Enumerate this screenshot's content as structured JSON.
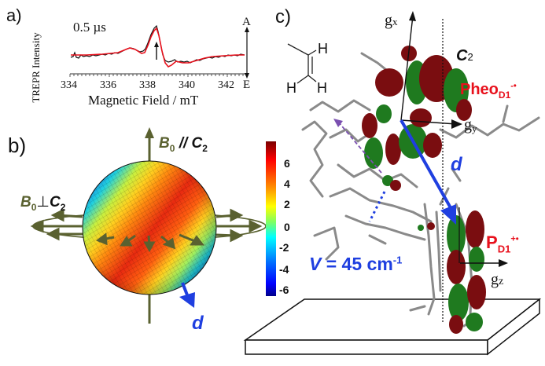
{
  "figure": {
    "panels": {
      "a": {
        "label": "a)",
        "time_label": "0.5 µs",
        "ylabel": "TREPR Intensity",
        "xlabel": "Magnetic Field / mT",
        "xticks": [
          "334",
          "336",
          "338",
          "340",
          "342"
        ],
        "polarity_top": "A",
        "polarity_bottom": "E"
      },
      "b": {
        "label": "b)",
        "parallel_label_B": "B",
        "parallel_label_sub": "0",
        "parallel_label_rel": " // ",
        "parallel_label_C": "C",
        "parallel_label_Csub": "2",
        "perp_label_B": "B",
        "perp_label_sub": "0",
        "perp_label_rel": "⊥",
        "perp_label_C": "C",
        "perp_label_Csub": "2",
        "d_label": "d",
        "colorbar_ticks": [
          "6",
          "4",
          "2",
          "0",
          "-2",
          "-4",
          "-6"
        ]
      },
      "c": {
        "label": "c)",
        "gx": "g",
        "gx_sub": "x",
        "gy": "g",
        "gy_sub": "y",
        "gz": "g",
        "gz_sub": "z",
        "c2_main": "C",
        "c2_sub": "2",
        "pheo_main": "Pheo",
        "pheo_sub": "D1",
        "pheo_sup": "-•",
        "p_main": "P",
        "p_sub": "D1",
        "p_sup": "+•",
        "d_label": "d",
        "coupling_label": "V",
        "coupling_value": " = 45 cm",
        "coupling_sup": "-1",
        "ethene_H": "H"
      }
    },
    "colors": {
      "olive": "#5a6130",
      "blue": "#1f3fe0",
      "red": "#e8101c",
      "orbital_red": "#7a0d10",
      "orbital_green": "#1f7a1f"
    }
  },
  "chart_data": [
    {
      "type": "line",
      "title": "",
      "xlabel": "Magnetic Field / mT",
      "ylabel": "TREPR Intensity",
      "xlim": [
        334,
        343
      ],
      "x_ticks": [
        334,
        336,
        338,
        340,
        342
      ],
      "annotation": "0.5 µs",
      "polarity": {
        "up": "A (absorption)",
        "down": "E (emission)"
      },
      "series": [
        {
          "name": "experiment",
          "color": "#000000",
          "x": [
            334,
            335,
            336,
            337,
            337.8,
            338.2,
            338.5,
            338.8,
            339.1,
            339.5,
            340,
            341,
            342,
            343
          ],
          "values": [
            0.0,
            0.0,
            0.1,
            0.2,
            0.05,
            0.5,
            1.0,
            0.2,
            -0.25,
            -0.15,
            -0.2,
            -0.1,
            0.0,
            0.0
          ]
        },
        {
          "name": "simulation",
          "color": "#e8101c",
          "x": [
            334,
            335,
            336,
            337,
            337.8,
            338.2,
            338.5,
            338.8,
            339.1,
            339.5,
            340,
            341,
            342,
            343
          ],
          "values": [
            0.0,
            0.0,
            0.1,
            0.22,
            0.0,
            0.55,
            0.95,
            0.15,
            -0.35,
            -0.2,
            -0.2,
            -0.08,
            0.0,
            0.0
          ]
        }
      ],
      "grid": false
    },
    {
      "type": "heatmap",
      "title": "",
      "description": "Sphere surface colormap of orientation dependence",
      "colorbar_ticks": [
        6,
        4,
        2,
        0,
        -2,
        -4,
        -6
      ],
      "colorbar_range": [
        -7,
        7.5
      ],
      "colormap": "jet"
    }
  ]
}
